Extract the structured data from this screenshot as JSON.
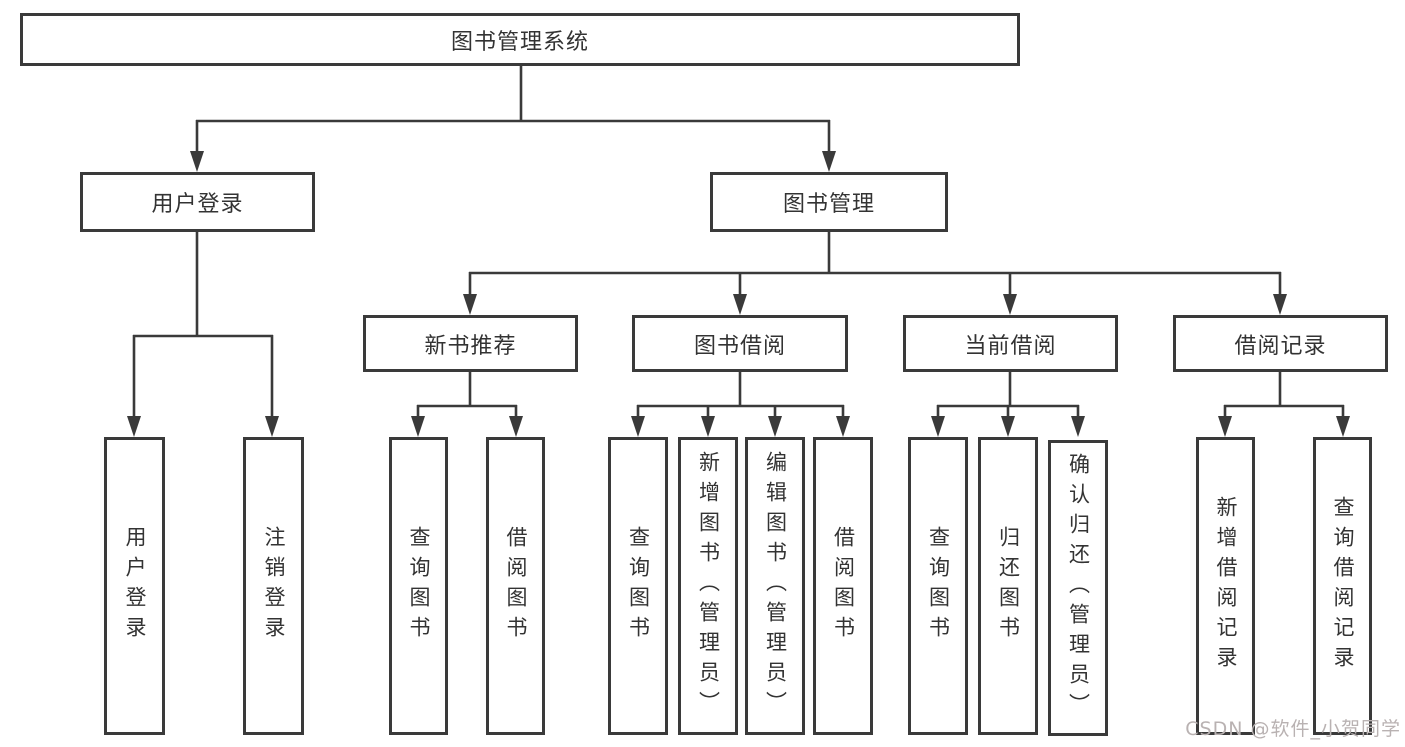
{
  "tree": {
    "root": "图书管理系统",
    "branches": [
      {
        "label": "用户登录",
        "children": [
          "用户登录",
          "注销登录"
        ]
      },
      {
        "label": "图书管理",
        "groups": [
          {
            "label": "新书推荐",
            "children": [
              "查询图书",
              "借阅图书"
            ]
          },
          {
            "label": "图书借阅",
            "children": [
              "查询图书",
              "新增图书（管理员）",
              "编辑图书（管理员）",
              "借阅图书"
            ]
          },
          {
            "label": "当前借阅",
            "children": [
              "查询图书",
              "归还图书",
              "确认归还（管理员）"
            ]
          },
          {
            "label": "借阅记录",
            "children": [
              "新增借阅记录",
              "查询借阅记录"
            ]
          }
        ]
      }
    ]
  },
  "watermark": "CSDN @软件_小贺同学",
  "colors": {
    "line": "#3a3a3a",
    "box_border": "#3a3a3a",
    "text": "#333333",
    "background": "#ffffff",
    "watermark": "#b9b2b2"
  }
}
